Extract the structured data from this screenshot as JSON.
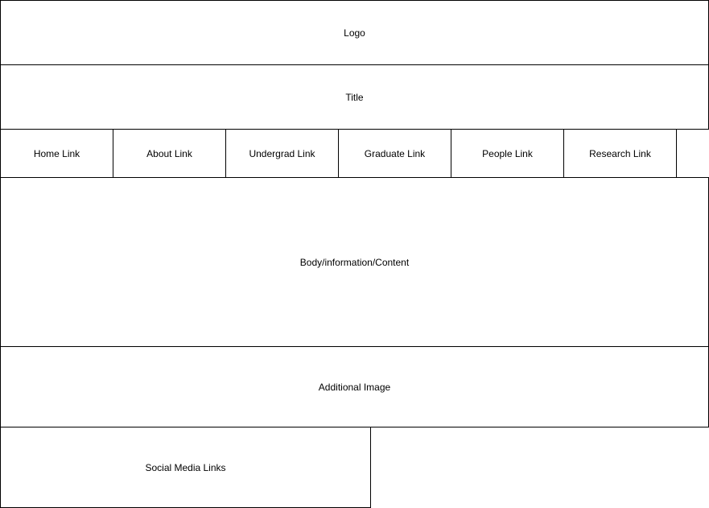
{
  "header": {
    "logo": "Logo",
    "title": "Title"
  },
  "nav": {
    "home": "Home Link",
    "about": "About Link",
    "undergrad": "Undergrad Link",
    "graduate": "Graduate Link",
    "people": "People Link",
    "research": "Research Link"
  },
  "main": {
    "body": "Body/information/Content",
    "additional_image": "Additional Image"
  },
  "footer": {
    "social": "Social Media Links"
  },
  "colors": {
    "border": "#000000",
    "background": "#ffffff",
    "text": "#000000"
  }
}
